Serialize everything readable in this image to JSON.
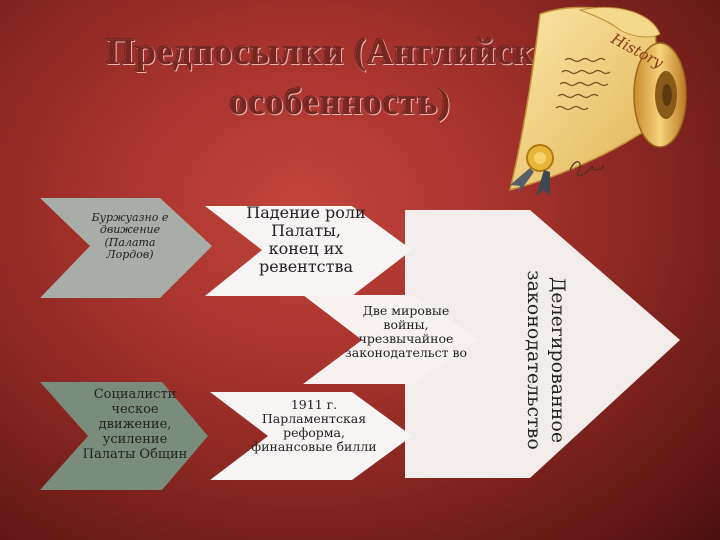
{
  "title": "Предпосылки (Английская особенность)",
  "diagram": {
    "nodes": [
      {
        "id": "n1",
        "text": "Буржуазно е движение (Палата Лордов)"
      },
      {
        "id": "n2",
        "text": "Падение роли Палаты, конец их ревентства"
      },
      {
        "id": "n3",
        "text": "Две мировые войны, чрезвычайное законодательст во"
      },
      {
        "id": "n4",
        "text": "Социалисти ческое движение, усиление Палаты Общин"
      },
      {
        "id": "n5",
        "text": "1911 г. Парламентская реформа, финансовые билли"
      },
      {
        "id": "n6",
        "text": "Делегированное законодательство"
      }
    ]
  },
  "scroll_logo": {
    "text": "History"
  },
  "colors": {
    "background": "#a1302a",
    "chevron_gray": "#a8aea7",
    "chevron_green": "#7a8c7b",
    "chevron_light": "#f2ecea",
    "scroll_gold": "#e8c46a"
  }
}
